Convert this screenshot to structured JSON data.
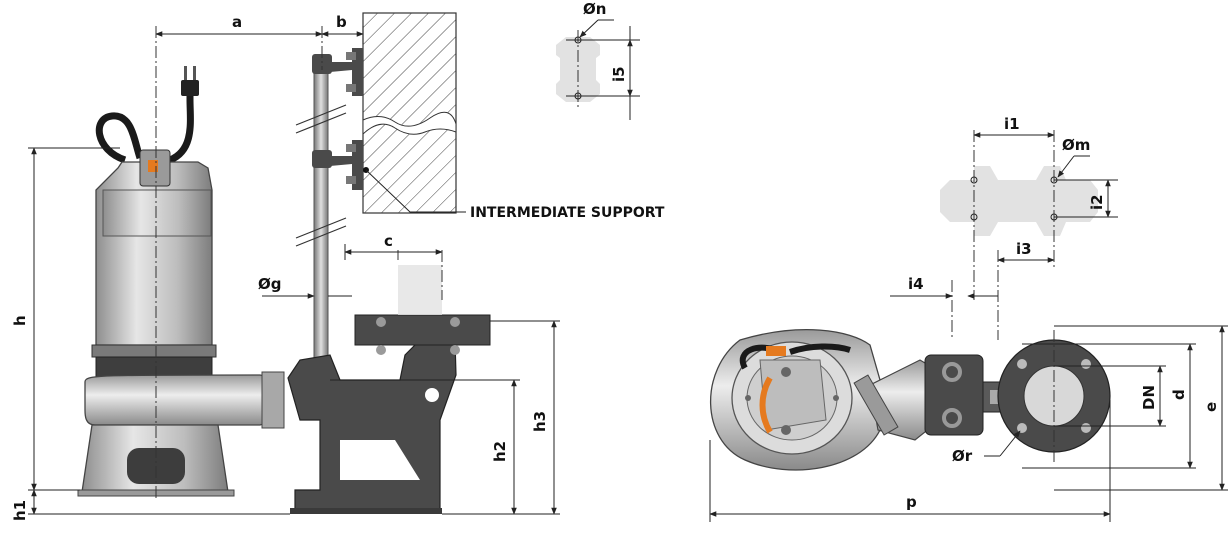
{
  "labels": {
    "a": "a",
    "b": "b",
    "c": "c",
    "g": "Øg",
    "h": "h",
    "h1": "h1",
    "h2": "h2",
    "h3": "h3",
    "n": "Øn",
    "i5": "i5",
    "i1": "i1",
    "m": "Øm",
    "i2": "i2",
    "i3": "i3",
    "i4": "i4",
    "dn": "DN",
    "d": "d",
    "e": "e",
    "r": "Ør",
    "p": "p",
    "intermediate": "INTERMEDIATE SUPPORT"
  },
  "colors": {
    "pump_body": "#c9c9c9",
    "pump_dark": "#6d6d6d",
    "cast_iron": "#4a4a4a",
    "template": "#e2e2e2",
    "accent_orange": "#e57a1f",
    "line": "#222222"
  }
}
